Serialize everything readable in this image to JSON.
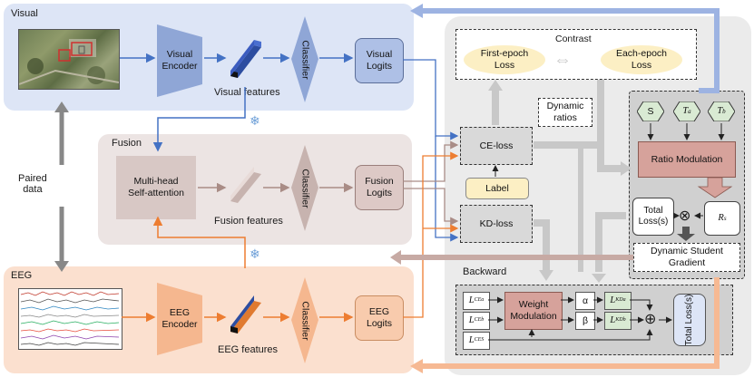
{
  "visual": {
    "panel_label": "Visual",
    "encoder": "Visual\nEncoder",
    "features": "Visual features",
    "classifier": "Classifier",
    "logits": "Visual\nLogits"
  },
  "fusion": {
    "panel_label": "Fusion",
    "attention": "Multi-head\nSelf-attention",
    "features": "Fusion features",
    "classifier": "Classifier",
    "logits": "Fusion\nLogits"
  },
  "eeg": {
    "panel_label": "EEG",
    "encoder": "EEG\nEncoder",
    "features": "EEG features",
    "classifier": "Classifier",
    "logits": "EEG\nLogits"
  },
  "paired_data": "Paired\ndata",
  "contrast": {
    "title": "Contrast",
    "first_epoch": "First-epoch\nLoss",
    "each_epoch": "Each-epoch\nLoss"
  },
  "dynamic_ratios": "Dynamic\nratios",
  "ce_loss": "CE-loss",
  "label": "Label",
  "kd_loss": "KD-loss",
  "backward": "Backward",
  "ratio_block": {
    "s": "S",
    "ta": "T",
    "ta_sup": "a",
    "tb": "T",
    "tb_sup": "b",
    "ratio_modulation": "Ratio Modulation",
    "total_loss": "Total\nLoss(s)",
    "otimes": "⊗",
    "rs": "R",
    "rs_sup": "s",
    "dynamic_gradient": "Dynamic Student\nGradient"
  },
  "weight_block": {
    "l_ce_a": "L",
    "l_ce_a_sub": "CE",
    "l_ce_a_sup": "a",
    "l_ce_b": "L",
    "l_ce_b_sub": "CE",
    "l_ce_b_sup": "b",
    "l_ce_s": "L",
    "l_ce_s_sub": "CE",
    "l_ce_s_sup": "S",
    "weight_modulation": "Weight\nModulation",
    "alpha": "α",
    "beta": "β",
    "l_kd_a": "L",
    "l_kd_a_sub": "KD",
    "l_kd_a_sup": "a",
    "l_kd_b": "L",
    "l_kd_b_sub": "KD",
    "l_kd_b_sup": "b",
    "oplus": "⊕",
    "total_loss": "Total\nLoss(s)"
  },
  "colors": {
    "visual_bg": "#dde5f6",
    "fusion_bg": "#ece4e3",
    "eeg_bg": "#fbe0cf",
    "right_bg": "#ebebeb",
    "blue_arrow": "#4472c4",
    "orange_arrow": "#ed7d31",
    "brown_arrow": "#a98c86",
    "gray_arrow": "#c8c8c8"
  }
}
